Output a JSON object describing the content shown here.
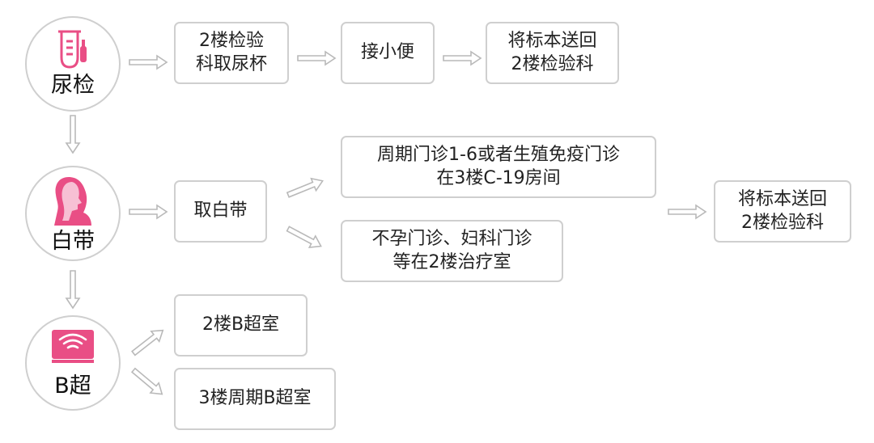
{
  "colors": {
    "accent": "#e94e85",
    "outline": "#cfcfcf",
    "arrow": "#b9b9b9"
  },
  "steps": {
    "urine": {
      "icon": "test-tube-icon",
      "label": "尿检",
      "boxes": [
        "2楼检验\n科取尿杯",
        "接小便",
        "将标本送回\n2楼检验科"
      ]
    },
    "leucorrhea": {
      "icon": "woman-profile-icon",
      "label": "白带",
      "boxes": [
        "取白带",
        "周期门诊1-6或者生殖免疫门诊\n在3楼C-19房间",
        "不孕门诊、妇科门诊\n等在2楼治疗室",
        "将标本送回\n2楼检验科"
      ]
    },
    "ultrasound": {
      "icon": "ultrasound-monitor-icon",
      "label": "B超",
      "boxes": [
        "2楼B超室",
        "3楼周期B超室"
      ]
    }
  }
}
